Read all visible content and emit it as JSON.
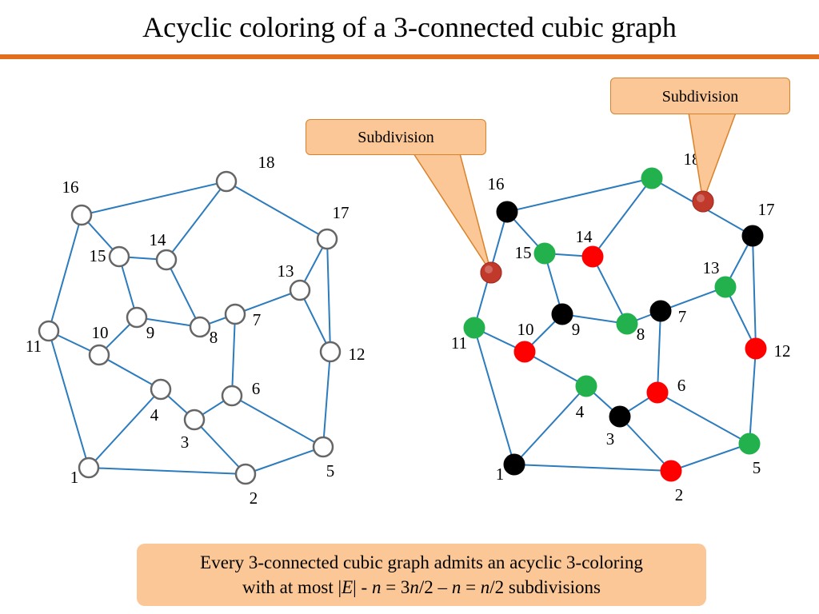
{
  "title": "Acyclic coloring of a 3-connected cubic graph",
  "colors": {
    "accent": "#e07020",
    "edge": "#2b7bbd",
    "callout_fill": "#fbc796",
    "callout_border": "#d9822b",
    "box_fill": "#fbc796",
    "node_stroke": "#666666",
    "color_black": "#000000",
    "color_green": "#22b14c",
    "color_red": "#ff0000",
    "color_subdivision": "#c0392b"
  },
  "callouts": [
    {
      "label": "Subdivision"
    },
    {
      "label": "Subdivision"
    }
  ],
  "statement": {
    "line1": "Every 3-connected cubic graph admits an acyclic 3-coloring",
    "l2_prefix": "with at most  |",
    "l2_E": "E",
    "l2_mid1": "| - ",
    "l2_n1": "n",
    "l2_mid2": " = 3",
    "l2_n2": "n",
    "l2_mid3": "/2 – ",
    "l2_n3": "n",
    "l2_mid4": " = ",
    "l2_n4": "n",
    "l2_suffix": "/2  subdivisions"
  },
  "graph": {
    "vertex_labels": [
      "1",
      "2",
      "3",
      "4",
      "5",
      "6",
      "7",
      "8",
      "9",
      "10",
      "11",
      "12",
      "13",
      "14",
      "15",
      "16",
      "17",
      "18"
    ],
    "edges": [
      [
        1,
        2
      ],
      [
        1,
        4
      ],
      [
        1,
        11
      ],
      [
        2,
        3
      ],
      [
        2,
        5
      ],
      [
        3,
        4
      ],
      [
        3,
        6
      ],
      [
        4,
        10
      ],
      [
        5,
        6
      ],
      [
        5,
        12
      ],
      [
        6,
        7
      ],
      [
        7,
        8
      ],
      [
        7,
        13
      ],
      [
        8,
        9
      ],
      [
        8,
        14
      ],
      [
        9,
        10
      ],
      [
        9,
        15
      ],
      [
        10,
        11
      ],
      [
        11,
        16
      ],
      [
        12,
        13
      ],
      [
        12,
        17
      ],
      [
        13,
        17
      ],
      [
        14,
        15
      ],
      [
        14,
        18
      ],
      [
        15,
        16
      ],
      [
        16,
        18
      ],
      [
        17,
        18
      ]
    ],
    "coloring": {
      "1": "black",
      "2": "red",
      "3": "black",
      "4": "green",
      "5": "green",
      "6": "red",
      "7": "black",
      "8": "green",
      "9": "black",
      "10": "red",
      "11": "green",
      "12": "red",
      "13": "green",
      "14": "red",
      "15": "green",
      "16": "black",
      "17": "black",
      "18": "green"
    },
    "subdivided_edges": [
      [
        11,
        16
      ],
      [
        17,
        18
      ]
    ]
  }
}
